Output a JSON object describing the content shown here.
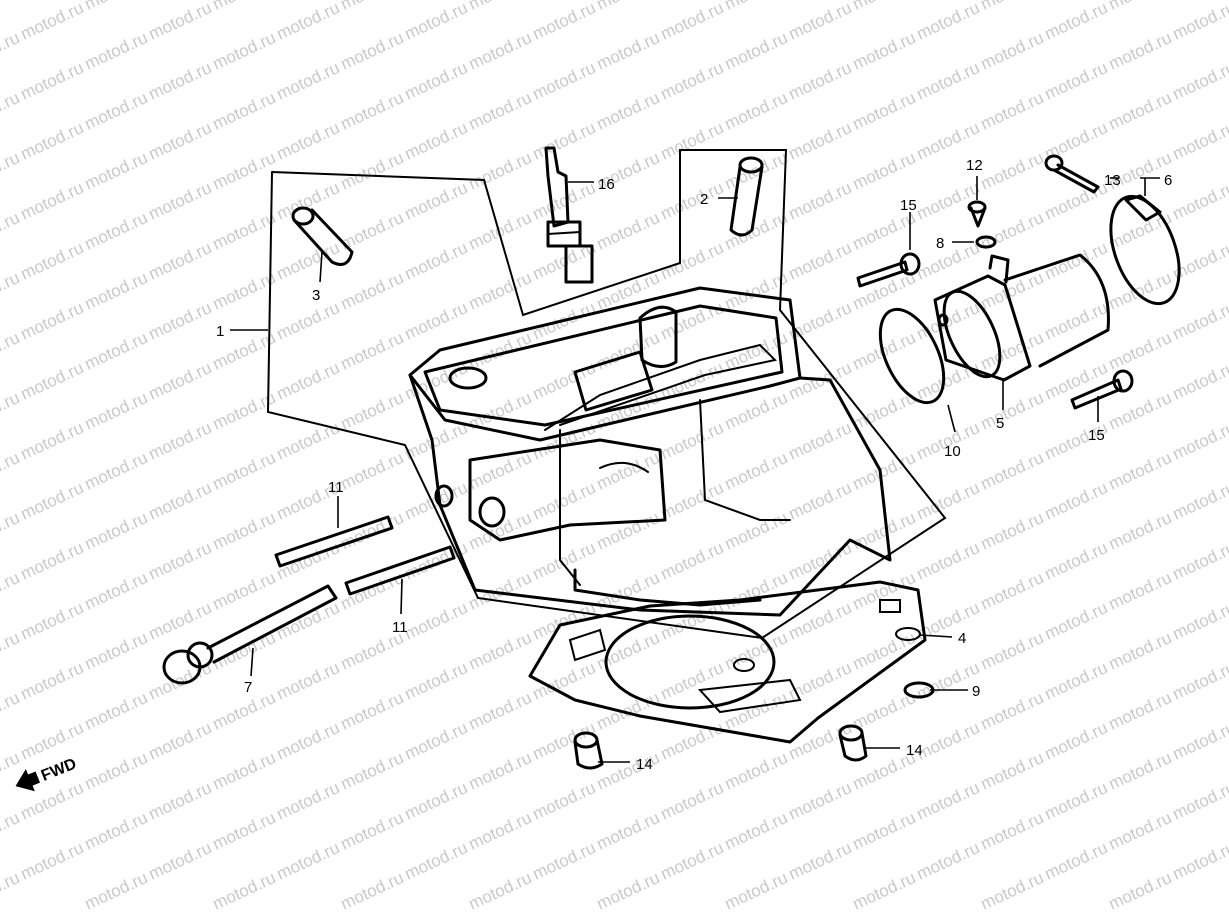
{
  "watermark": "motod.ru",
  "direction_label": "FWD",
  "callouts": [
    "1",
    "2",
    "3",
    "4",
    "5",
    "6",
    "7",
    "8",
    "9",
    "10",
    "11",
    "11",
    "12",
    "13",
    "14",
    "14",
    "15",
    "15",
    "16"
  ]
}
